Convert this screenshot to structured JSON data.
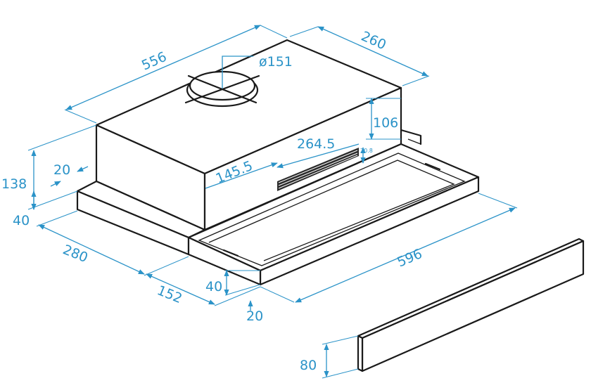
{
  "dimensions": {
    "width_556": "556",
    "depth_260": "260",
    "diameter_151": "ø151",
    "height_106": "106",
    "offset_264_5": "264.5",
    "offset_20_8": "20.8",
    "offset_145_5": "145.5",
    "offset_20_left": "20",
    "height_138": "138",
    "height_40_left": "40",
    "depth_280": "280",
    "depth_152": "152",
    "height_40_front": "40",
    "offset_20_bottom": "20",
    "width_596": "596",
    "panel_80": "80"
  },
  "colors": {
    "dimension": "#2b93c8",
    "outline": "#1a1a1a"
  }
}
